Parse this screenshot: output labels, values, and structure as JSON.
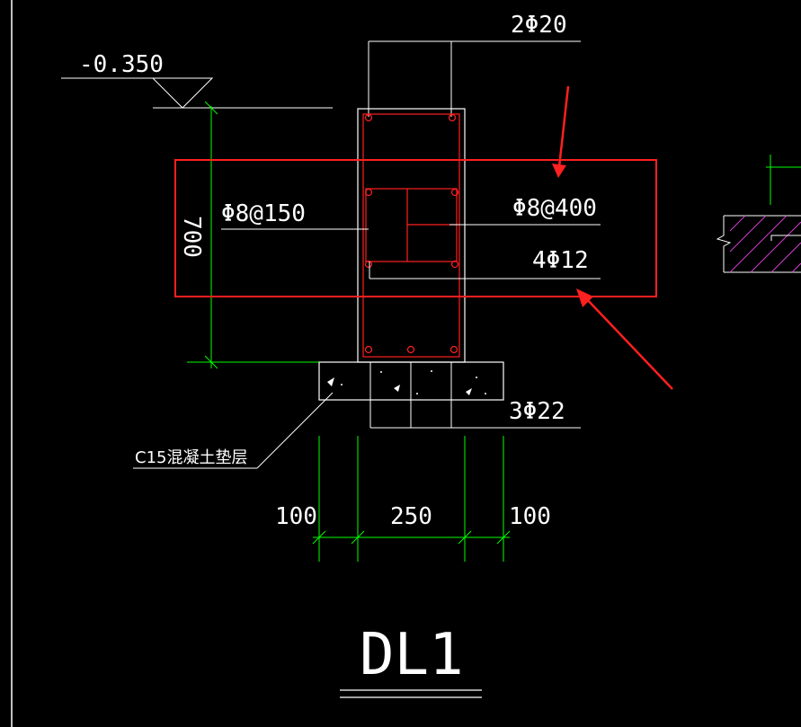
{
  "drawing": {
    "title": "DL1",
    "elevation": "-0.350",
    "top_rebar": "2Φ20",
    "stirrup_left": "Φ8@150",
    "stirrup_right": "Φ8@400",
    "side_rebar": "4Φ12",
    "bottom_rebar": "3Φ22",
    "height_dim": "700",
    "cushion_label": "C15混凝土垫层",
    "dim_left": "100",
    "dim_center": "250",
    "dim_right": "100"
  },
  "colors": {
    "background": "#000000",
    "lines": "#ffffff",
    "dimension": "#00ff00",
    "rebar": "#ff2020",
    "highlight": "#ff2020",
    "hatch": "#d040d0"
  },
  "icons": {
    "elevation_marker": "triangle-elevation-icon",
    "annotation_arrow": "red-arrow-icon"
  }
}
